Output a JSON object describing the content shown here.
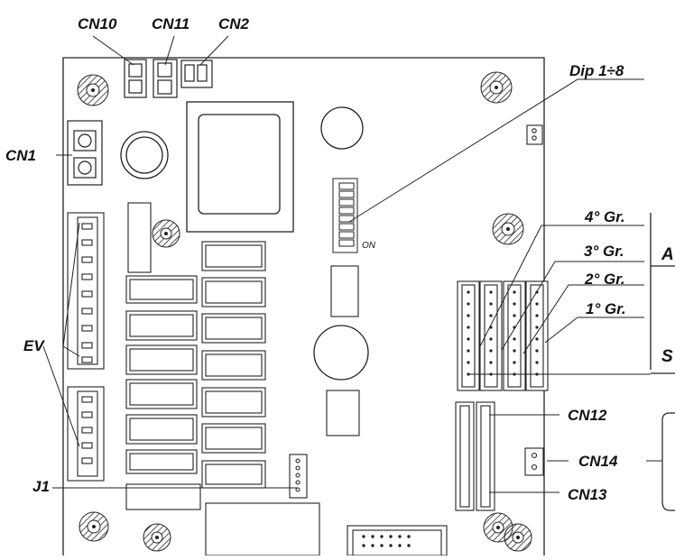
{
  "labels": {
    "cn10": "CN10",
    "cn11": "CN11",
    "cn2": "CN2",
    "dip": "Dip 1÷8",
    "cn1": "CN1",
    "on": "ON",
    "gr4": "4° Gr.",
    "gr3": "3° Gr.",
    "gr2": "2° Gr.",
    "gr1": "1° Gr.",
    "side_a": "A",
    "side_s": "S",
    "ev": "EV",
    "cn12": "CN12",
    "cn14": "CN14",
    "j1": "J1",
    "cn13": "CN13"
  },
  "colors": {
    "line": "#222222",
    "hatch": "#555555",
    "background": "#ffffff"
  }
}
